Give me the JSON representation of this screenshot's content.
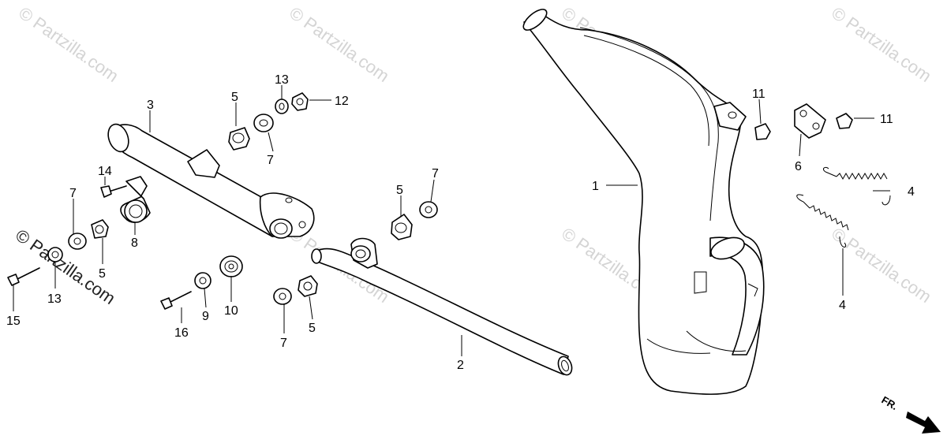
{
  "watermark": "© Partzilla.com",
  "front_label": "FR.",
  "callouts": {
    "c1": "1",
    "c2": "2",
    "c3": "3",
    "c4a": "4",
    "c4b": "4",
    "c5a": "5",
    "c5b": "5",
    "c5c": "5",
    "c5d": "5",
    "c6": "6",
    "c7a": "7",
    "c7b": "7",
    "c7c": "7",
    "c7d": "7",
    "c8": "8",
    "c9": "9",
    "c10": "10",
    "c11a": "11",
    "c11b": "11",
    "c12": "12",
    "c13a": "13",
    "c13b": "13",
    "c14": "14",
    "c15": "15",
    "c16": "16"
  }
}
